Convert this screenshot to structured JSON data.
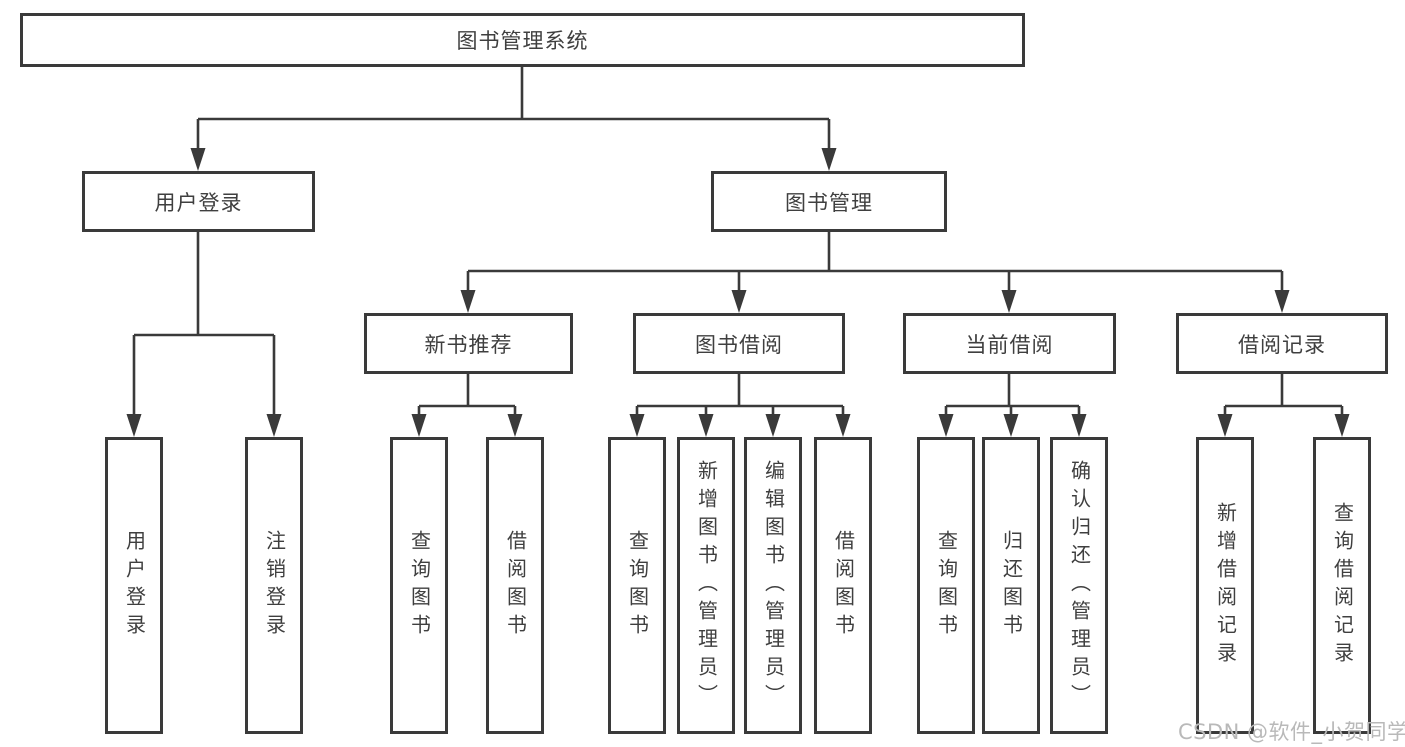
{
  "colors": {
    "line": "#3a3a3a",
    "text": "#3f3f3f",
    "box_background": "#ffffff",
    "watermark": "#b9b9b9"
  },
  "watermark": {
    "text": "CSDN @软件_小贺同学"
  },
  "diagram": {
    "type": "hierarchy-tree",
    "root": {
      "label": "图书管理系统",
      "children": [
        {
          "label": "用户登录",
          "children": [
            {
              "label": "用户登录"
            },
            {
              "label": "注销登录"
            }
          ]
        },
        {
          "label": "图书管理",
          "children": [
            {
              "label": "新书推荐",
              "children": [
                {
                  "label": "查询图书"
                },
                {
                  "label": "借阅图书"
                }
              ]
            },
            {
              "label": "图书借阅",
              "children": [
                {
                  "label": "查询图书"
                },
                {
                  "label": "新增图书（管理员）"
                },
                {
                  "label": "编辑图书（管理员）"
                },
                {
                  "label": "借阅图书"
                }
              ]
            },
            {
              "label": "当前借阅",
              "children": [
                {
                  "label": "查询图书"
                },
                {
                  "label": "归还图书"
                },
                {
                  "label": "确认归还（管理员）"
                }
              ]
            },
            {
              "label": "借阅记录",
              "children": [
                {
                  "label": "新增借阅记录"
                },
                {
                  "label": "查询借阅记录"
                }
              ]
            }
          ]
        }
      ]
    }
  }
}
